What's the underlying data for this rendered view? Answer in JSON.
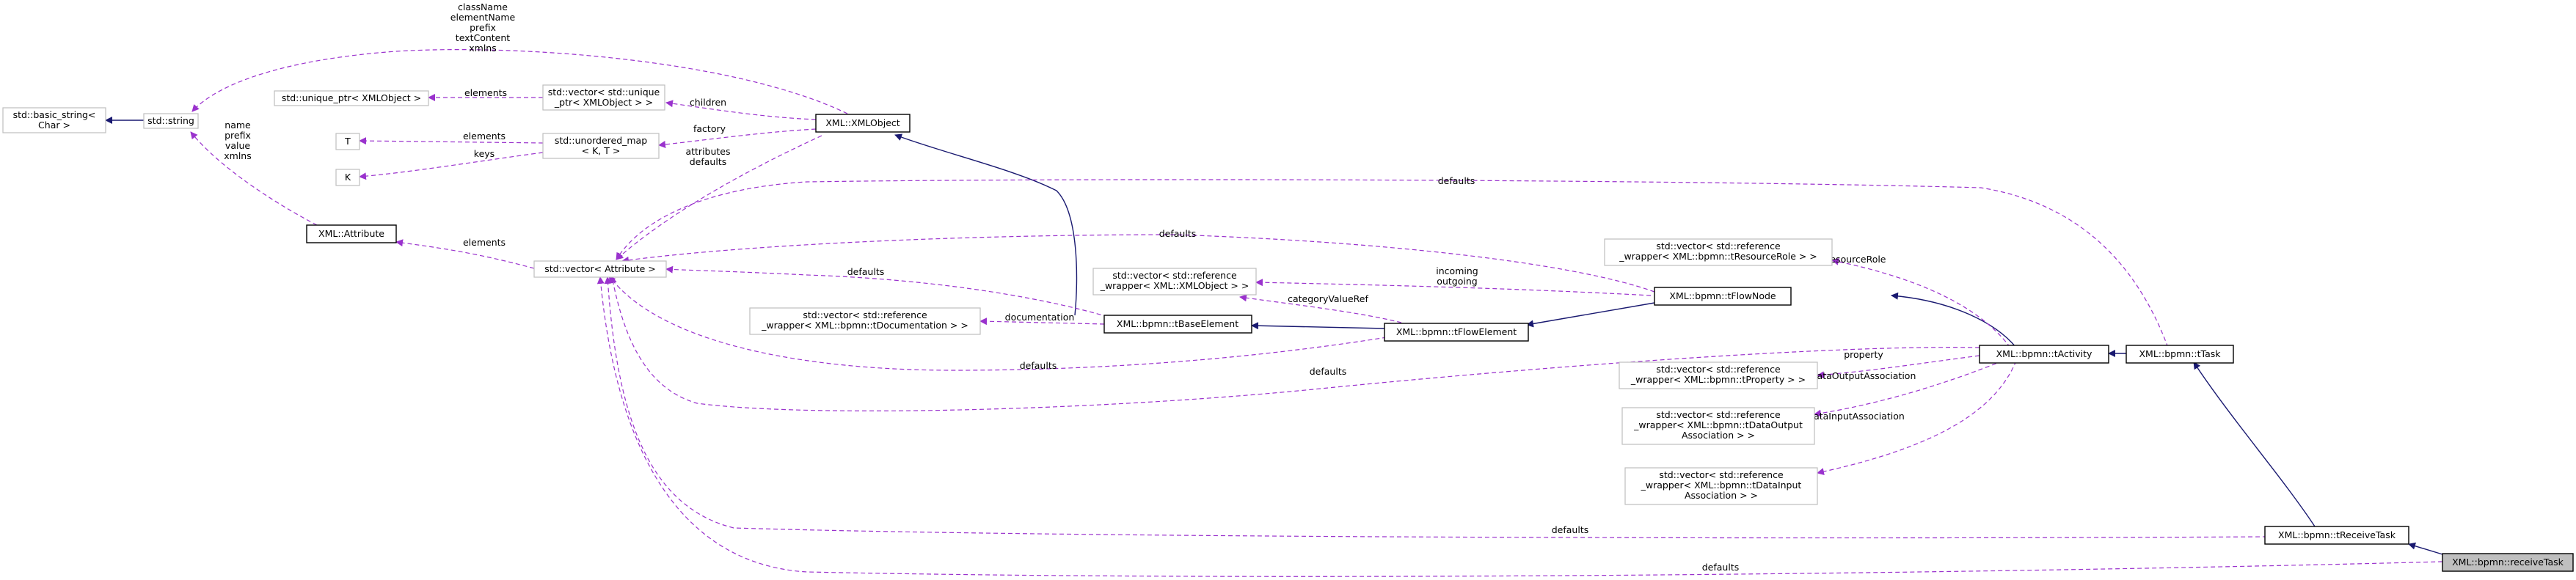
{
  "nodes": {
    "basic_string": [
      "std::basic_string<",
      "Char >"
    ],
    "string": [
      "std::string"
    ],
    "unique_ptr": [
      "std::unique_ptr< XMLObject >"
    ],
    "vec_unique": [
      "std::vector< std::unique",
      "_ptr< XMLObject > >"
    ],
    "xmlobject": [
      "XML::XMLObject"
    ],
    "T": [
      "T"
    ],
    "K": [
      "K"
    ],
    "unordered_map": [
      "std::unordered_map",
      "< K, T >"
    ],
    "attribute": [
      "XML::Attribute"
    ],
    "vec_attr": [
      "std::vector< Attribute >"
    ],
    "vec_doc": [
      "std::vector< std::reference",
      "_wrapper< XML::bpmn::tDocumentation > >"
    ],
    "vec_xmlobj": [
      "std::vector< std::reference",
      "_wrapper< XML::XMLObject > >"
    ],
    "tbase": [
      "XML::bpmn::tBaseElement"
    ],
    "tflowelement": [
      "XML::bpmn::tFlowElement"
    ],
    "tflownode": [
      "XML::bpmn::tFlowNode"
    ],
    "vec_resrole": [
      "std::vector< std::reference",
      "_wrapper< XML::bpmn::tResourceRole > >"
    ],
    "vec_prop": [
      "std::vector< std::reference",
      "_wrapper< XML::bpmn::tProperty > >"
    ],
    "vec_dataout": [
      "std::vector< std::reference",
      "_wrapper< XML::bpmn::tDataOutput",
      "Association > >"
    ],
    "vec_datain": [
      "std::vector< std::reference",
      "_wrapper< XML::bpmn::tDataInput",
      "Association > >"
    ],
    "tactivity": [
      "XML::bpmn::tActivity"
    ],
    "ttask": [
      "XML::bpmn::tTask"
    ],
    "treceivetask": [
      "XML::bpmn::tReceiveTask"
    ],
    "receivetask": [
      "XML::bpmn::receiveTask"
    ]
  },
  "edge_labels": {
    "string_members": [
      "className",
      "elementName",
      "prefix",
      "textContent",
      "xmlns"
    ],
    "attr_members": [
      "name",
      "prefix",
      "value",
      "xmlns"
    ],
    "elements_unique": [
      "elements"
    ],
    "children": [
      "children"
    ],
    "elements_T": [
      "elements"
    ],
    "keys_K": [
      "keys"
    ],
    "factory": [
      "factory"
    ],
    "attributes_defaults": [
      "attributes",
      "defaults"
    ],
    "elements_attr": [
      "elements"
    ],
    "defaults_task": [
      "defaults"
    ],
    "defaults_flownode": [
      "defaults"
    ],
    "defaults_base": [
      "defaults"
    ],
    "documentation": [
      "documentation"
    ],
    "incoming_outgoing": [
      "incoming",
      "outgoing"
    ],
    "categoryValueRef": [
      "categoryValueRef"
    ],
    "defaults_flowelement": [
      "defaults"
    ],
    "defaults_activity": [
      "defaults"
    ],
    "resourceRole": [
      "resourceRole"
    ],
    "property": [
      "property"
    ],
    "dataOutputAssociation": [
      "dataOutputAssociation"
    ],
    "dataInputAssociation": [
      "dataInputAssociation"
    ],
    "defaults_receivetask": [
      "defaults"
    ],
    "defaults_receive": [
      "defaults"
    ]
  },
  "colors": {
    "usage_edge": "#9a32cd",
    "inheritance_edge": "#191970",
    "focus_fill": "#bfbfbf"
  }
}
